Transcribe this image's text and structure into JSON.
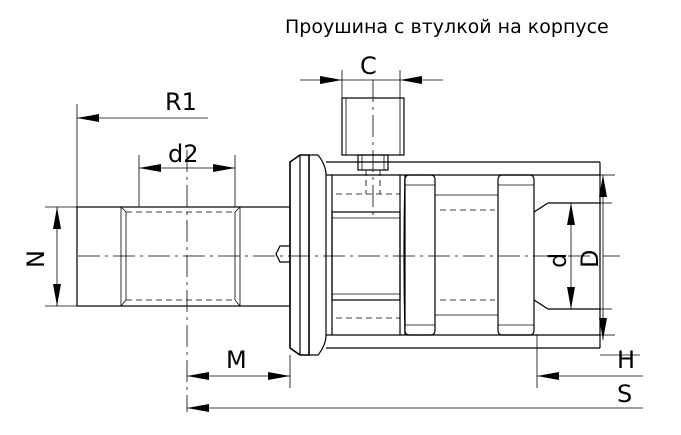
{
  "title": "Проушина с втулкой на корпусе",
  "dimensions": {
    "R1": "R1",
    "d2": "d2",
    "C": "C",
    "N": "N",
    "M": "M",
    "d": "d",
    "D": "D",
    "H": "H",
    "S": "S"
  }
}
